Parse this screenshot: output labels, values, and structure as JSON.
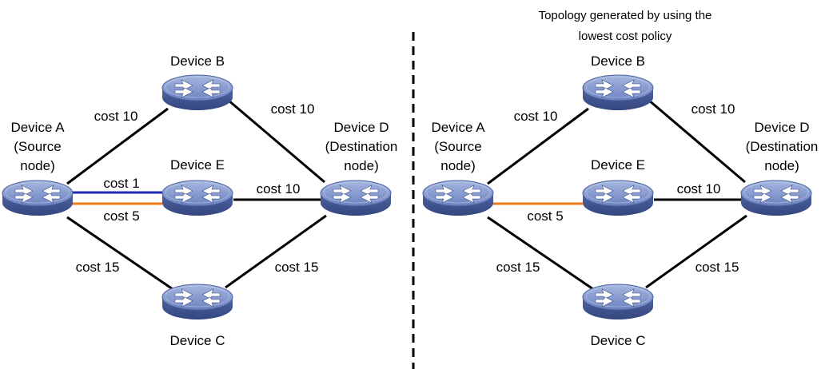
{
  "colors": {
    "default_link": "#000000",
    "blue_link": "#1f2bb5",
    "orange_link": "#f07a1a",
    "router_body": "#5a6fa8",
    "router_top": "#7d93cc",
    "divider": "#000000"
  },
  "left": {
    "devices": {
      "a": {
        "name": "Device A",
        "role_1": "(Source",
        "role_2": "node)"
      },
      "b": {
        "name": "Device B"
      },
      "c": {
        "name": "Device C"
      },
      "d": {
        "name": "Device D",
        "role_1": "(Destination",
        "role_2": "node)"
      },
      "e": {
        "name": "Device E"
      }
    },
    "links": {
      "ab": "cost 10",
      "bd": "cost 10",
      "ae_blue": "cost 1",
      "ae_orange": "cost 5",
      "ed": "cost 10",
      "ac": "cost 15",
      "cd": "cost 15"
    }
  },
  "right": {
    "title_1": "Topology generated by using the",
    "title_2": "lowest cost policy",
    "devices": {
      "a": {
        "name": "Device A",
        "role_1": "(Source",
        "role_2": "node)"
      },
      "b": {
        "name": "Device B"
      },
      "c": {
        "name": "Device C"
      },
      "d": {
        "name": "Device D",
        "role_1": "(Destination",
        "role_2": "node)"
      },
      "e": {
        "name": "Device E"
      }
    },
    "links": {
      "ab": "cost 10",
      "bd": "cost 10",
      "ae_orange": "cost 5",
      "ed": "cost 10",
      "ac": "cost 15",
      "cd": "cost 15"
    }
  }
}
